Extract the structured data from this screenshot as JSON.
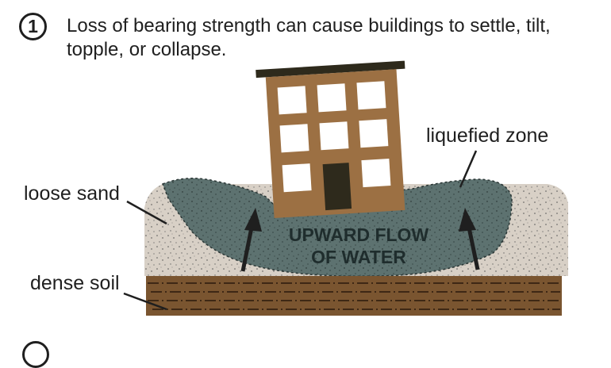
{
  "step": {
    "number": "1"
  },
  "caption": "Loss of bearing strength can cause buildings to settle, tilt, topple, or collapse.",
  "labels": {
    "liquefied_zone": "liquefied zone",
    "loose_sand": "loose sand",
    "dense_soil": "dense soil",
    "flow_line1": "UPWARD FLOW",
    "flow_line2": "OF WATER"
  },
  "colors": {
    "sand": "#d8d0c6",
    "liquefied": "#5d7270",
    "dense_soil": "#7a5530",
    "building": "#9c7043",
    "roof": "#2e2a1c",
    "door": "#2e2a1c",
    "window": "#ffffff",
    "arrow": "#1f1f1f"
  }
}
